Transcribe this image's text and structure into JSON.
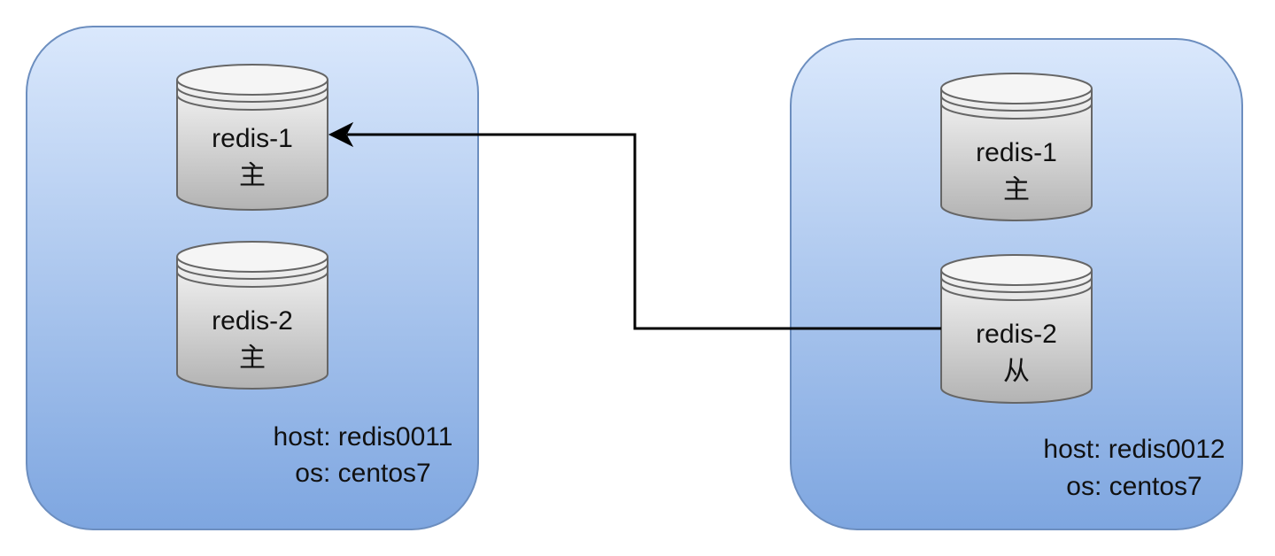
{
  "hosts": [
    {
      "host_text": "host: redis0011",
      "os_text": "os: centos7",
      "databases": [
        {
          "name": "redis-1",
          "role": "主"
        },
        {
          "name": "redis-2",
          "role": "主"
        }
      ]
    },
    {
      "host_text": "host: redis0012",
      "os_text": "os: centos7",
      "databases": [
        {
          "name": "redis-1",
          "role": "主"
        },
        {
          "name": "redis-2",
          "role": "从"
        }
      ]
    }
  ],
  "colors": {
    "box_fill_top": "#dae8fc",
    "box_fill_bottom": "#7ea6e0",
    "box_stroke": "#6c8ebf",
    "db_fill_top": "#f5f5f5",
    "db_fill_bottom": "#b3b3b3",
    "db_stroke": "#666666",
    "connector": "#000000"
  }
}
